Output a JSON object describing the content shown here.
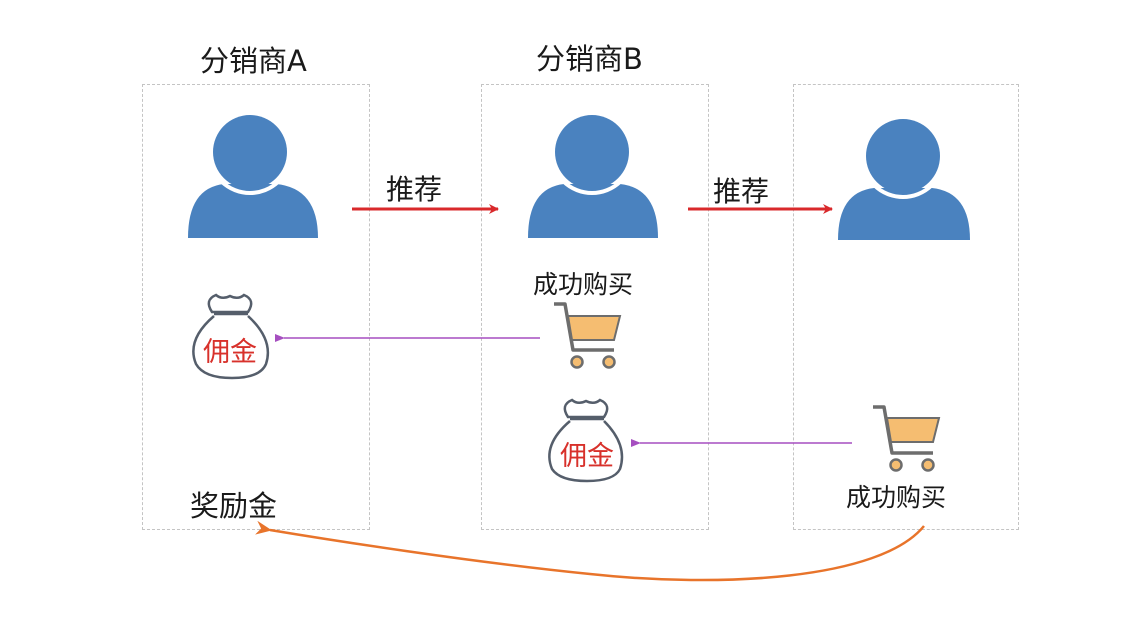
{
  "colors": {
    "person": "#4a82bf",
    "recommend_arrow": "#d9292b",
    "commission_arrow": "#a64fc0",
    "reward_arrow": "#e8742b",
    "cart_fill": "#f5bd71",
    "cart_frame": "#6d6d6d",
    "bag_outline": "#555e6b",
    "bag_text": "#d8312b"
  },
  "distributor_a": {
    "title": "分销商A",
    "bag_label": "佣金",
    "reward_label": "奖励金"
  },
  "distributor_b": {
    "title": "分销商B",
    "purchase_label": "成功购买",
    "bag_label": "佣金"
  },
  "customer": {
    "purchase_label": "成功购买"
  },
  "arrows": {
    "recommend_label_1": "推荐",
    "recommend_label_2": "推荐"
  },
  "icons": [
    "person-icon",
    "shopping-cart-icon",
    "money-bag-icon"
  ]
}
